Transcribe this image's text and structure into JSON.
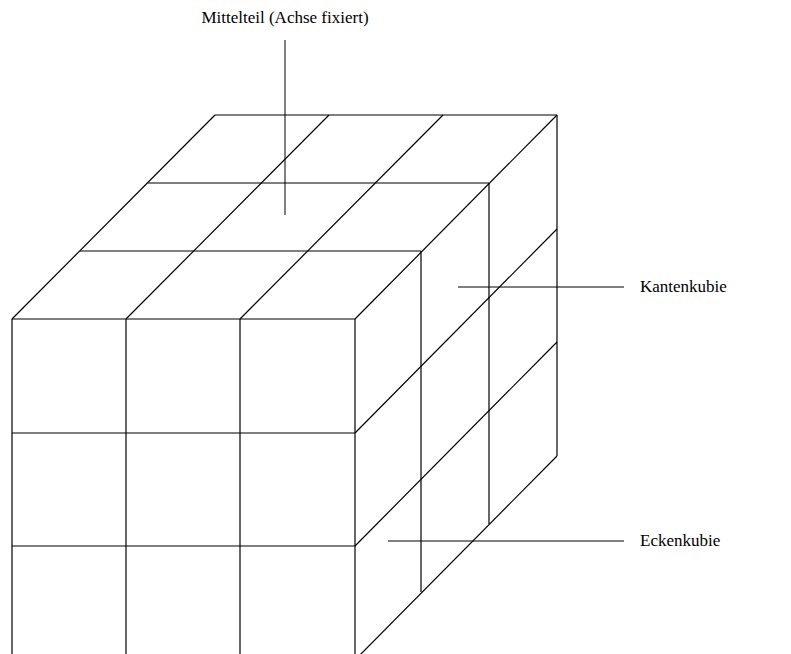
{
  "diagram": {
    "labels": [
      "Mittelteil (Achse fixiert)",
      "Kantenkubie",
      "Eckenkubie"
    ]
  }
}
